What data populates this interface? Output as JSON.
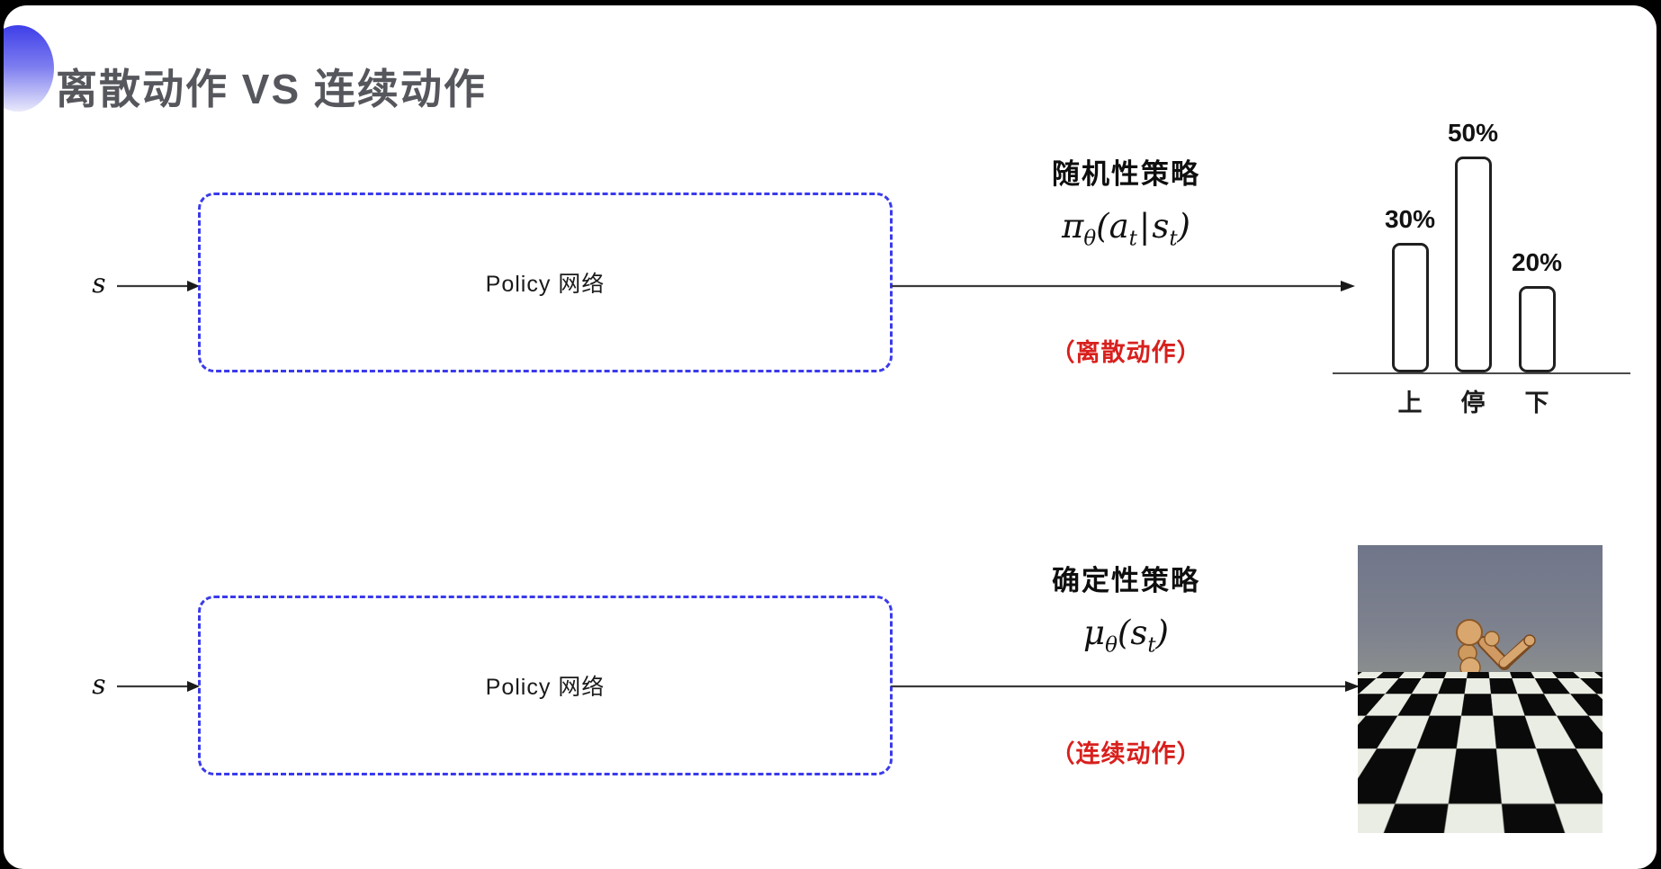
{
  "header": {
    "title": "离散动作 VS 连续动作"
  },
  "rows": [
    {
      "input_label": "s",
      "box_label": "Policy 网络",
      "policy_type": "随机性策略",
      "formula": {
        "symbol": "π",
        "symbol_sub": "θ",
        "open": "(",
        "arg1": "a",
        "arg1_sub": "t",
        "separator": "|",
        "arg2": "s",
        "arg2_sub": "t",
        "close": ")"
      },
      "action_note": "（离散动作）"
    },
    {
      "input_label": "s",
      "box_label": "Policy 网络",
      "policy_type": "确定性策略",
      "formula": {
        "symbol": "μ",
        "symbol_sub": "θ",
        "open": "(",
        "arg1": "s",
        "arg1_sub": "t",
        "close": ")"
      },
      "action_note": "（连续动作）"
    }
  ],
  "chart_data": {
    "type": "bar",
    "title": "",
    "categories": [
      "上",
      "停",
      "下"
    ],
    "values": [
      30,
      50,
      20
    ],
    "bar_labels": [
      "30%",
      "50%",
      "20%"
    ],
    "xlabel": "",
    "ylabel": "",
    "ylim": [
      0,
      55
    ],
    "grid": false,
    "legend": "none",
    "bar_style": "outlined-rounded-white"
  },
  "humanoid_image": {
    "name": "mujoco-humanoid-on-checkered-floor"
  },
  "colors": {
    "accent_blue": "#3e3ee9",
    "box_border_blue": "#3a3aec",
    "action_red": "#d8201d",
    "title_gray": "#56575c",
    "arrow_black": "#3a3a3a",
    "bar_border": "#202020"
  }
}
